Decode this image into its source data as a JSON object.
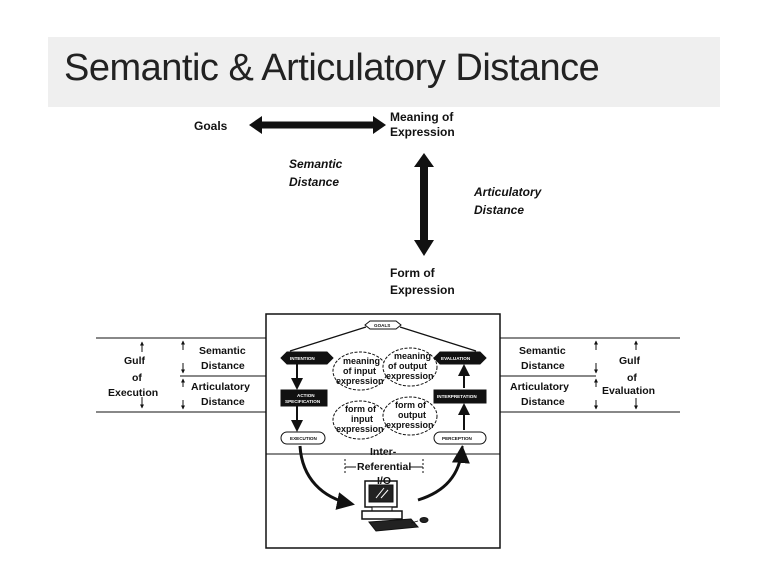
{
  "slide": {
    "title": "Semantic & Articulatory Distance"
  },
  "top_diagram": {
    "goals": "Goals",
    "meaning_line1": "Meaning of",
    "meaning_line2": "Expression",
    "semantic_line1": "Semantic",
    "semantic_line2": "Distance",
    "articulatory_line1": "Articulatory",
    "articulatory_line2": "Distance",
    "form_line1": "Form of",
    "form_line2": "Expression"
  },
  "bottom_diagram": {
    "left": {
      "gulf_line1": "Gulf",
      "gulf_line2": "of",
      "gulf_line3": "Execution",
      "semantic_line1": "Semantic",
      "semantic_line2": "Distance",
      "articulatory_line1": "Articulatory",
      "articulatory_line2": "Distance"
    },
    "right": {
      "gulf_line1": "Gulf",
      "gulf_line2": "of",
      "gulf_line3": "Evaluation",
      "semantic_line1": "Semantic",
      "semantic_line2": "Distance",
      "articulatory_line1": "Articulatory",
      "articulatory_line2": "Distance"
    },
    "center": {
      "goals": "GOALS",
      "intention": "INTENTION",
      "evaluation": "EVALUATION",
      "action_line1": "ACTION",
      "action_line2": "SPECIFICATION",
      "interpretation": "INTERPRETATION",
      "execution": "EXECUTION",
      "perception": "PERCEPTION",
      "cloud_mi_1": "meaning",
      "cloud_mi_2": "of input",
      "cloud_mi_3": "expression",
      "cloud_mo_1": "meaning",
      "cloud_mo_2": "of output",
      "cloud_mo_3": "expression",
      "cloud_fi_1": "form of",
      "cloud_fi_2": "input",
      "cloud_fi_3": "expression",
      "cloud_fo_1": "form of",
      "cloud_fo_2": "output",
      "cloud_fo_3": "expression",
      "inter_line1": "Inter-",
      "inter_line2": "Referential",
      "inter_line3": "I/O"
    }
  }
}
